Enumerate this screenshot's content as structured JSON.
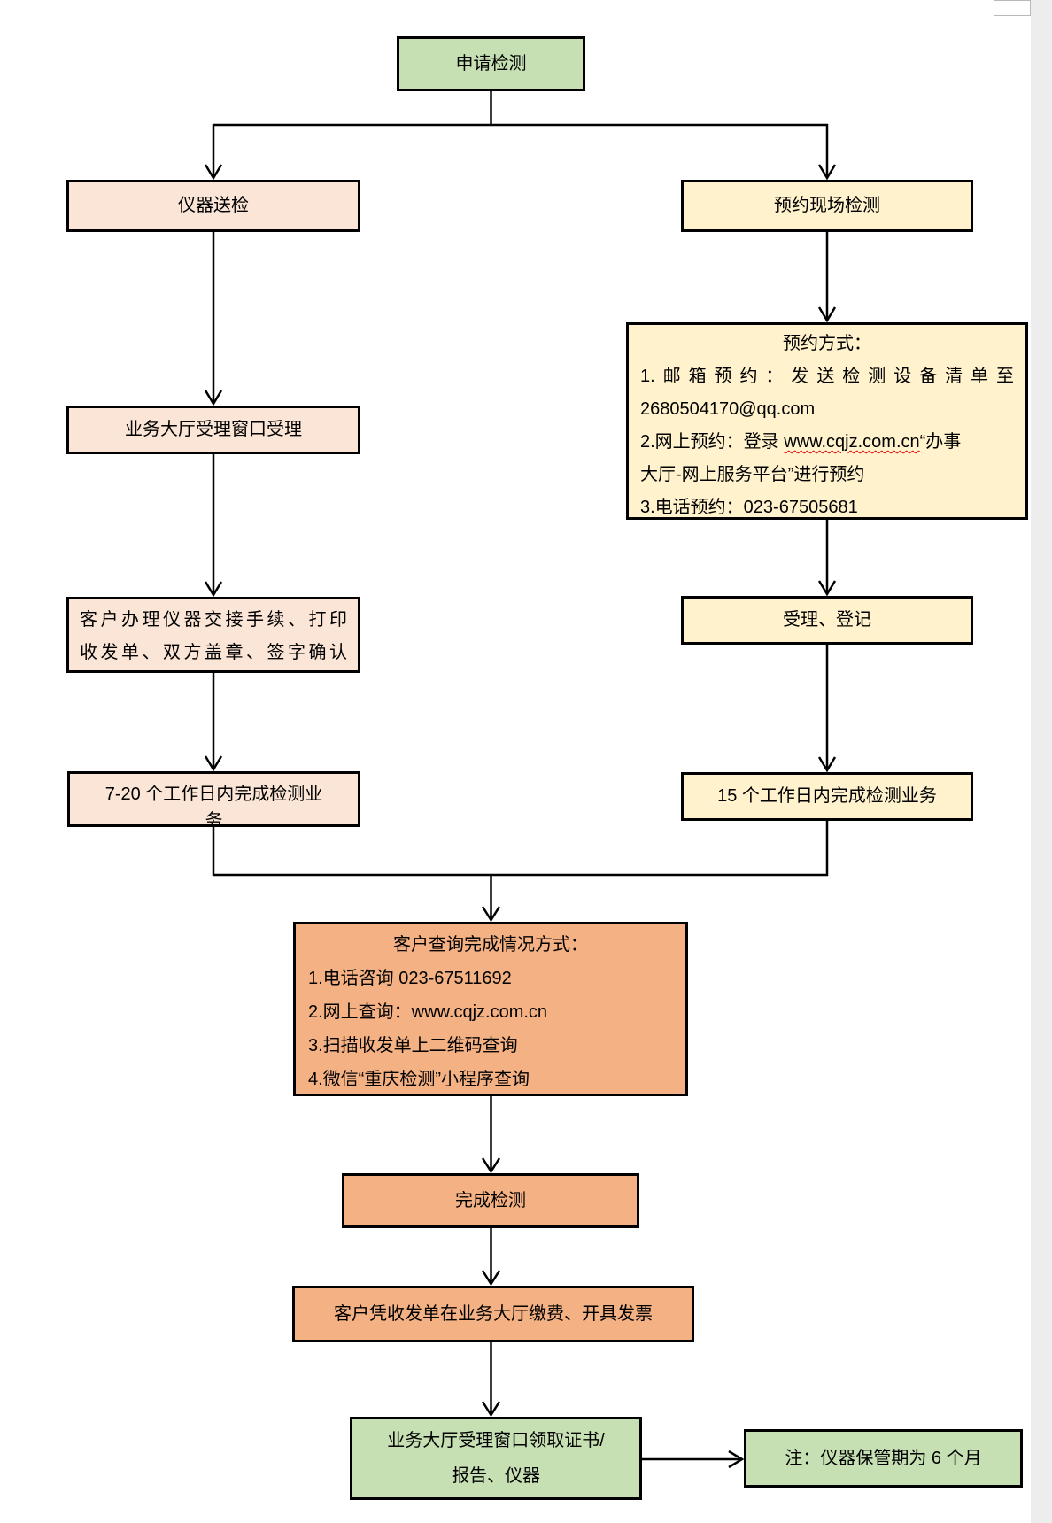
{
  "flowchart": {
    "apply": {
      "label": "申请检测"
    },
    "instrument_submit": {
      "label": "仪器送检"
    },
    "reserve_onsite": {
      "label": "预约现场检测"
    },
    "reserve_methods": {
      "title": "预约方式：",
      "line1": "1.邮箱预约：发送检测设备清单至",
      "line2": "2680504170@qq.com",
      "line3_prefix": "2.网上预约：登录 ",
      "line3_url": "www.cqjz.com.cn",
      "line3_suffix": "“办事",
      "line4": "大厅-网上服务平台”进行预约",
      "line5": "3.电话预约：023-67505681"
    },
    "hall_accept": {
      "label": "业务大厅受理窗口受理"
    },
    "handover": {
      "line1": "客户办理仪器交接手续、打印",
      "line2": "收发单、双方盖章、签字确认"
    },
    "accept_register": {
      "label": "受理、登记"
    },
    "days_7_20": {
      "line1": "7-20 个工作日内完成检测业",
      "line2": "务"
    },
    "days_15": {
      "label": "15 个工作日内完成检测业务"
    },
    "query_methods": {
      "title": "客户查询完成情况方式：",
      "line1": "1.电话咨询 023-67511692",
      "line2": "2.网上查询：www.cqjz.com.cn",
      "line3": "3.扫描收发单上二维码查询",
      "line4": "4.微信“重庆检测”小程序查询"
    },
    "complete": {
      "label": "完成检测"
    },
    "pay_invoice": {
      "label": "客户凭收发单在业务大厅缴费、开具发票"
    },
    "pickup": {
      "line1": "业务大厅受理窗口领取证书/",
      "line2": "报告、仪器"
    },
    "note": {
      "label": "注：仪器保管期为 6 个月"
    }
  },
  "colors": {
    "green": "#c6e0b4",
    "pink": "#fbe5d6",
    "yellow": "#fff2cc",
    "orange": "#f4b183",
    "border": "#000000",
    "spellcheck_underline": "#e00000"
  }
}
